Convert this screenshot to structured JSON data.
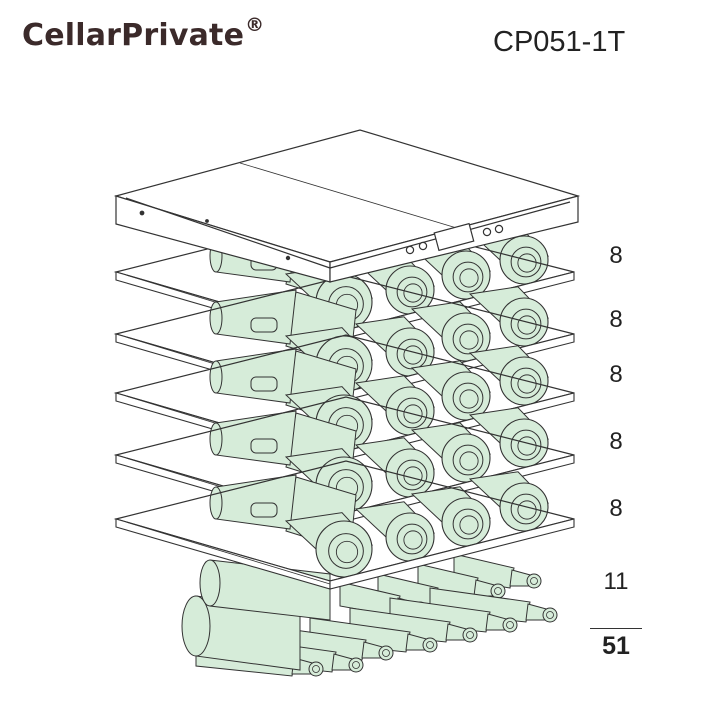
{
  "header": {
    "brand": "CellarPrivate",
    "brand_mark": "®",
    "model": "CP051-1T"
  },
  "capacity": {
    "rows": [
      "8",
      "8",
      "8",
      "8",
      "8",
      "11"
    ],
    "total": "51"
  },
  "colors": {
    "bottle_fill": "#d6ecd9",
    "outline": "#333333",
    "brand_text": "#3b2a2a"
  }
}
